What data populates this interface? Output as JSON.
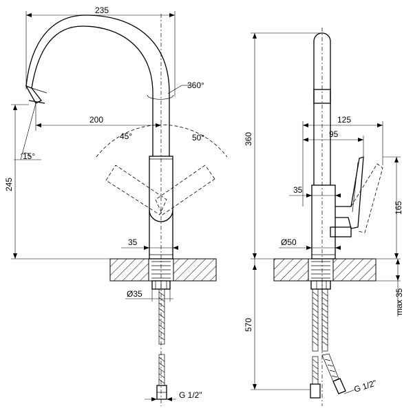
{
  "front_view": {
    "width_overall": "235",
    "spout_reach": "200",
    "swivel": "360°",
    "spout_angle": "15°",
    "handle_angle_left": "45°",
    "handle_angle_right": "50°",
    "spout_height": "245",
    "body_diameter": "35",
    "shank_diameter": "Ø35",
    "thread": "G 1/2\""
  },
  "side_view": {
    "height_total": "360",
    "handle_reach": "125",
    "lever_reach": "95",
    "body_offset": "35",
    "lever_height": "165",
    "base_diameter": "Ø50",
    "hose_length": "570",
    "max_thickness": "max 35",
    "thread": "G 1/2\""
  }
}
